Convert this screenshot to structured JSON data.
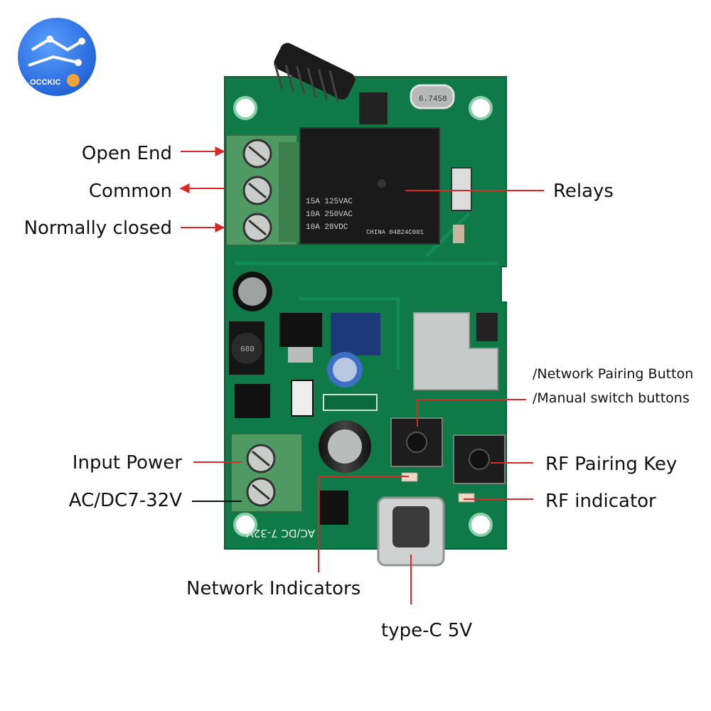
{
  "brand": {
    "logo_text": "OCCKIC"
  },
  "board": {
    "relay_text": [
      "15A 125VAC",
      "10A 250VAC",
      "10A 28VDC"
    ],
    "relay_maker": "CHINA 04B24C001",
    "crystal_text": "6.7458",
    "inductor_text": "680",
    "silkscreen": "AC/DC 7-32V"
  },
  "callouts": {
    "open_end": "Open End",
    "common": "Common",
    "normally_closed": "Normally closed",
    "relays": "Relays",
    "network_pairing": "/Network Pairing Button",
    "manual_switch": "/Manual switch buttons",
    "input_power": "Input Power",
    "acdc": "AC/DC7-32V",
    "rf_pairing": "RF Pairing Key",
    "rf_indicator": "RF indicator",
    "network_indicators": "Network Indicators",
    "typec": "type-C 5V"
  },
  "colors": {
    "pcb": "#0f7a47",
    "terminal": "#4f9a63",
    "arrow": "#d62828",
    "relay": "#1a1a1a"
  }
}
